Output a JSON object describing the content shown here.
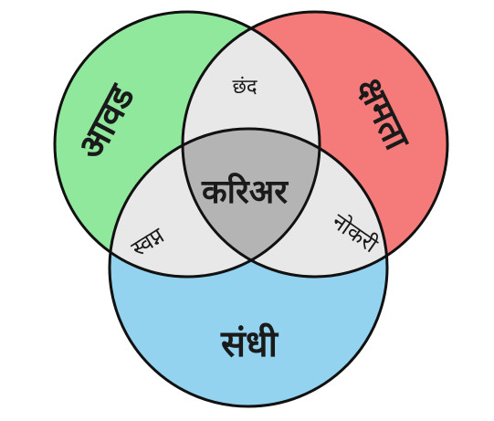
{
  "diagram": {
    "sets": [
      {
        "id": "left",
        "label": "आवड",
        "color": "#8fe89c"
      },
      {
        "id": "right",
        "label": "क्षमता",
        "color": "#f57a7a"
      },
      {
        "id": "bottom",
        "label": "संधी",
        "color": "#93d3f0"
      }
    ],
    "overlaps": {
      "left_right": "छंद",
      "left_bottom": "स्वप्न",
      "right_bottom": "नोकरी",
      "center": "करिअर"
    },
    "colors": {
      "pairwise": "#e8e8e8",
      "center": "#b4b4b4",
      "stroke": "#111111"
    }
  }
}
